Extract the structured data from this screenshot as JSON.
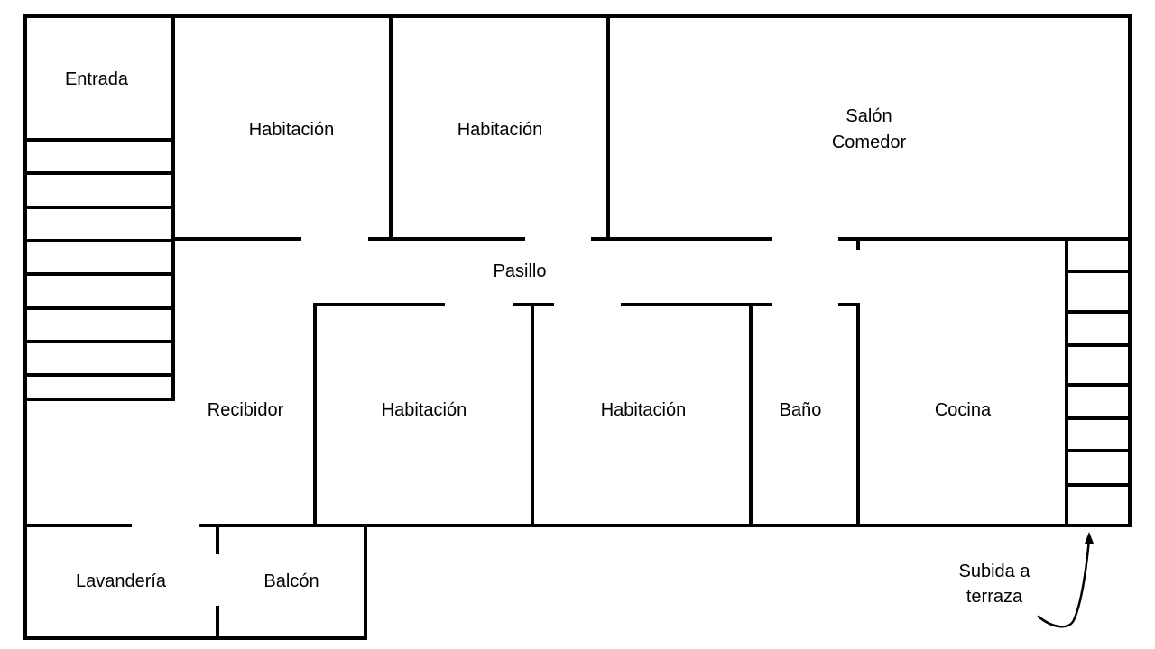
{
  "plan": {
    "rooms": {
      "entrada": "Entrada",
      "habitacion_1": "Habitación",
      "habitacion_2": "Habitación",
      "salon_line1": "Salón",
      "salon_line2": "Comedor",
      "pasillo": "Pasillo",
      "recibidor": "Recibidor",
      "habitacion_3": "Habitación",
      "habitacion_4": "Habitación",
      "bano": "Baño",
      "cocina": "Cocina",
      "lavanderia": "Lavandería",
      "balcon": "Balcón"
    },
    "annotation": {
      "line1": "Subida a",
      "line2": "terraza"
    }
  }
}
